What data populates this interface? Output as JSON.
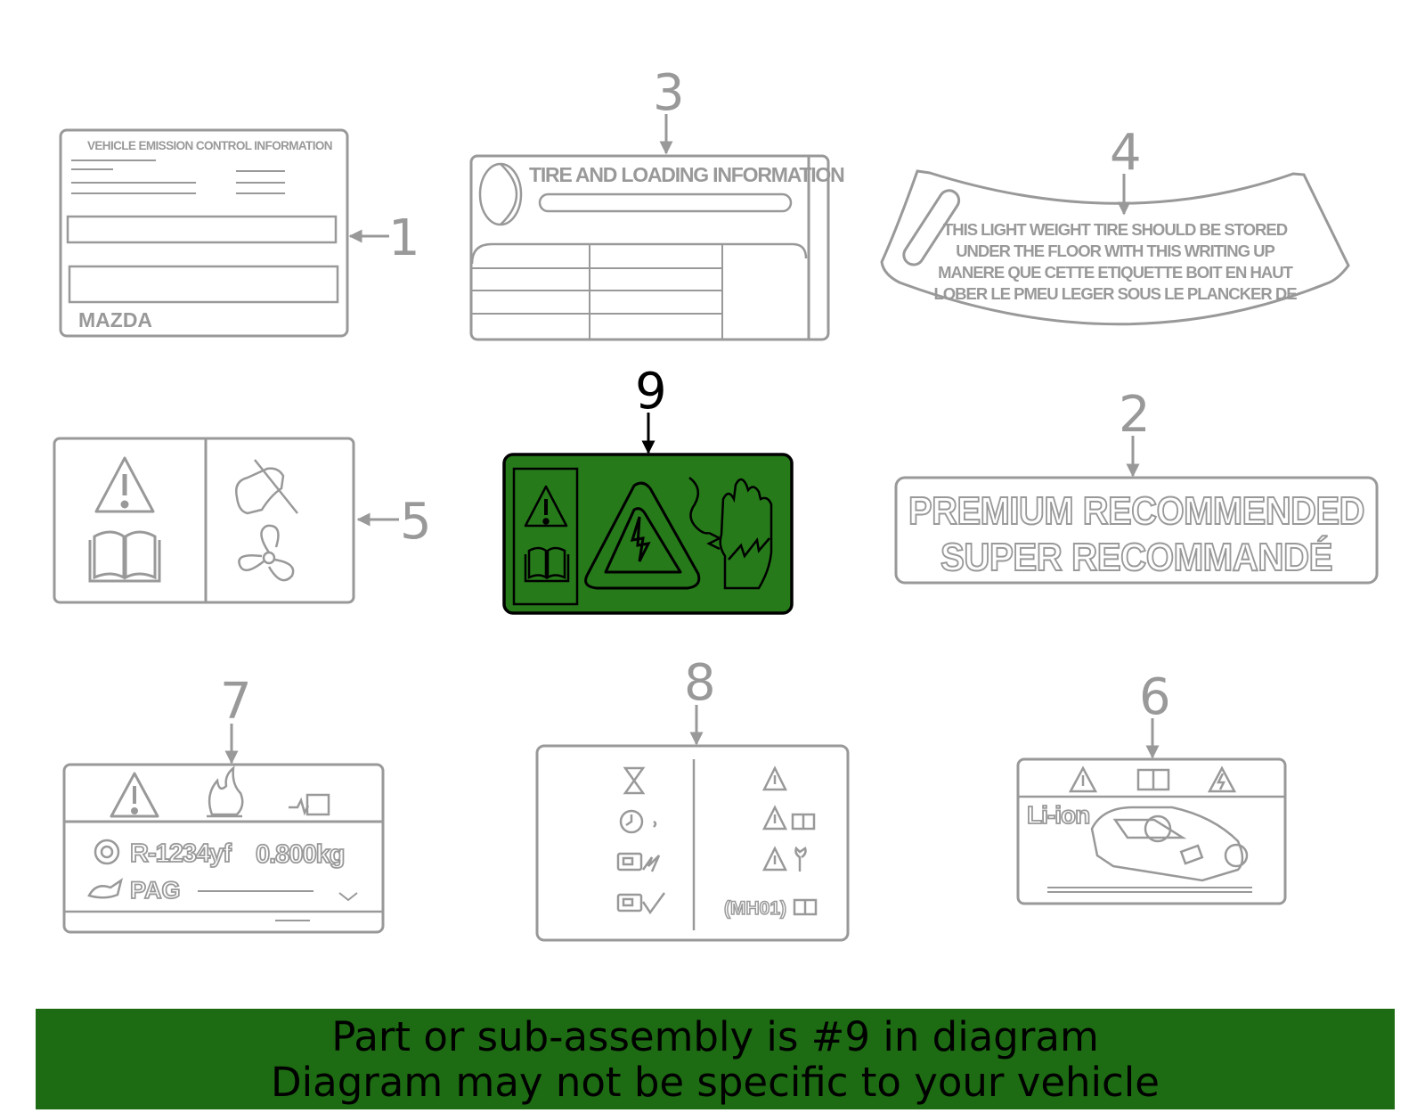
{
  "colors": {
    "gray": "#999999",
    "highlight": "#267a1a",
    "banner": "#1d6b12",
    "black": "#000000"
  },
  "callouts": {
    "c1": "1",
    "c2": "2",
    "c3": "3",
    "c4": "4",
    "c5": "5",
    "c6": "6",
    "c7": "7",
    "c8": "8",
    "c9": "9"
  },
  "label1": {
    "title": "VEHICLE EMISSION CONTROL INFORMATION",
    "brand": "MAZDA"
  },
  "label3": {
    "title": "TIRE AND LOADING INFORMATION"
  },
  "label4": {
    "line1": "THIS LIGHT WEIGHT TIRE SHOULD BE STORED",
    "line2": "UNDER THE FLOOR WITH THIS WRITING UP",
    "line3": "MANERE QUE CETTE ETIQUETTE BOIT EN HAUT",
    "line4": "LOBER LE PMEU LEGER SOUS LE PLANCKER DE"
  },
  "label2": {
    "line1": "PREMIUM RECOMMENDED",
    "line2": "SUPER RECOMMANDÉ"
  },
  "label7": {
    "refrigerant": "R-1234yf",
    "weight": "0.800kg",
    "oil": "PAG"
  },
  "label8": {
    "code": "(MH01)"
  },
  "label6": {
    "text": "Li-ion"
  },
  "icons": [
    "warning-triangle-icon",
    "manual-book-icon",
    "no-hand-icon",
    "fan-icon",
    "high-voltage-icon",
    "electric-glove-icon",
    "flame-icon",
    "car-icon"
  ],
  "banner": {
    "line1": "Part or sub-assembly is #9 in diagram",
    "line2": "Diagram may not be specific to your vehicle"
  }
}
